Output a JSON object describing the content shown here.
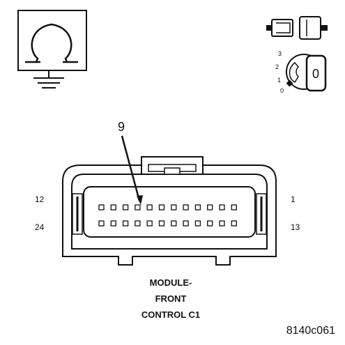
{
  "symbols": {
    "ohmmeter": "ohmmeter-ground-symbol",
    "disconnect": "connector-disconnect-symbol",
    "ignition": "ignition-switch-off-symbol"
  },
  "ignition": {
    "positions": [
      "3",
      "2",
      "1",
      "0"
    ],
    "key_label": "0"
  },
  "connector": {
    "callout": "9",
    "left_top_pin": "12",
    "left_bottom_pin": "24",
    "right_top_pin": "1",
    "right_bottom_pin": "13",
    "rows": 2,
    "pins_per_row": 12,
    "caption": [
      "MODULE-",
      "FRONT",
      "CONTROL C1"
    ]
  },
  "figure_id": "8140c061"
}
